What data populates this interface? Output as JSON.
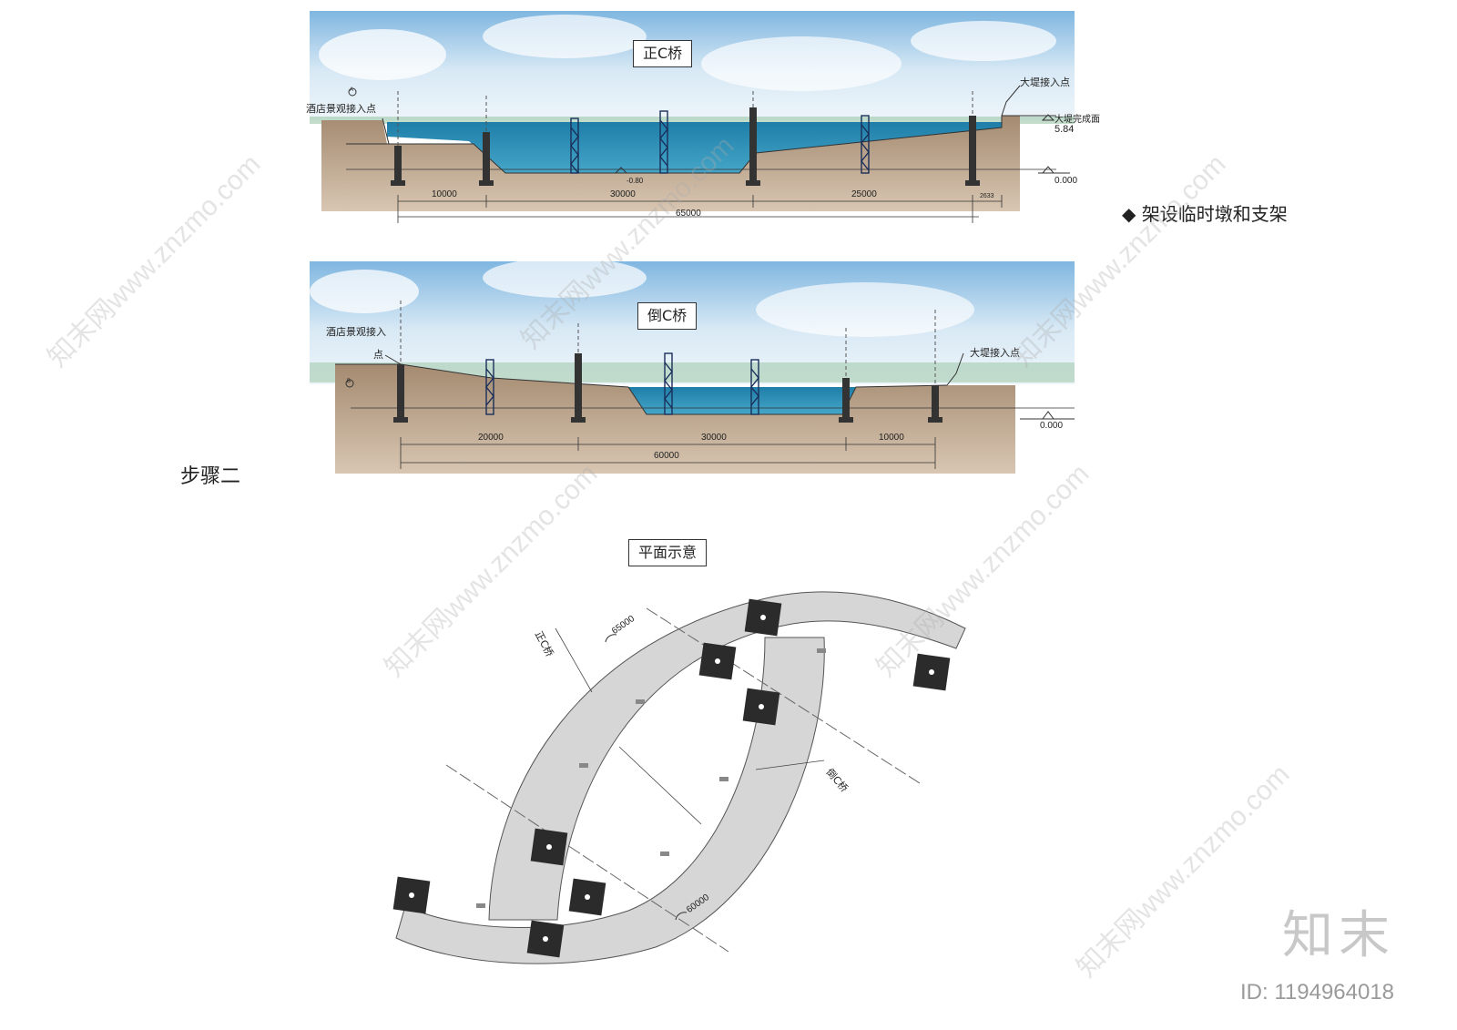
{
  "top_section": {
    "title": "正C桥",
    "left_label": "酒店景观接入点",
    "right_label": "大堤接入点",
    "right_sublabel": "大堤完成面",
    "elevation_top": "5.84",
    "elevation_base": "0.000",
    "water_level": "-0.80",
    "marker": "A",
    "spans": [
      "10000",
      "30000",
      "25000",
      "2633"
    ],
    "total": "65000"
  },
  "bottom_section": {
    "title": "倒C桥",
    "left_label_line1": "酒店景观接入",
    "left_label_line2": "点",
    "right_label": "大堤接入点",
    "elevation_base": "0.000",
    "marker": "B",
    "spans": [
      "20000",
      "30000",
      "10000"
    ],
    "total": "60000"
  },
  "note": "◆  架设临时墩和支架",
  "step_label": "步骤二",
  "plan": {
    "title": "平面示意",
    "upper_bridge_label": "正C桥",
    "upper_radius": "65000",
    "lower_bridge_label": "倒C桥",
    "lower_radius": "60000"
  },
  "watermark": {
    "logo": "知末",
    "id": "ID: 1194964018",
    "diagonal": "知末网www.znzmo.com"
  },
  "colors": {
    "sky": "#cfe4f3",
    "water": "#2f8fb3",
    "soil": "#b39b80",
    "deck": "#d4d4d4",
    "pier": "#2b2b2b"
  }
}
